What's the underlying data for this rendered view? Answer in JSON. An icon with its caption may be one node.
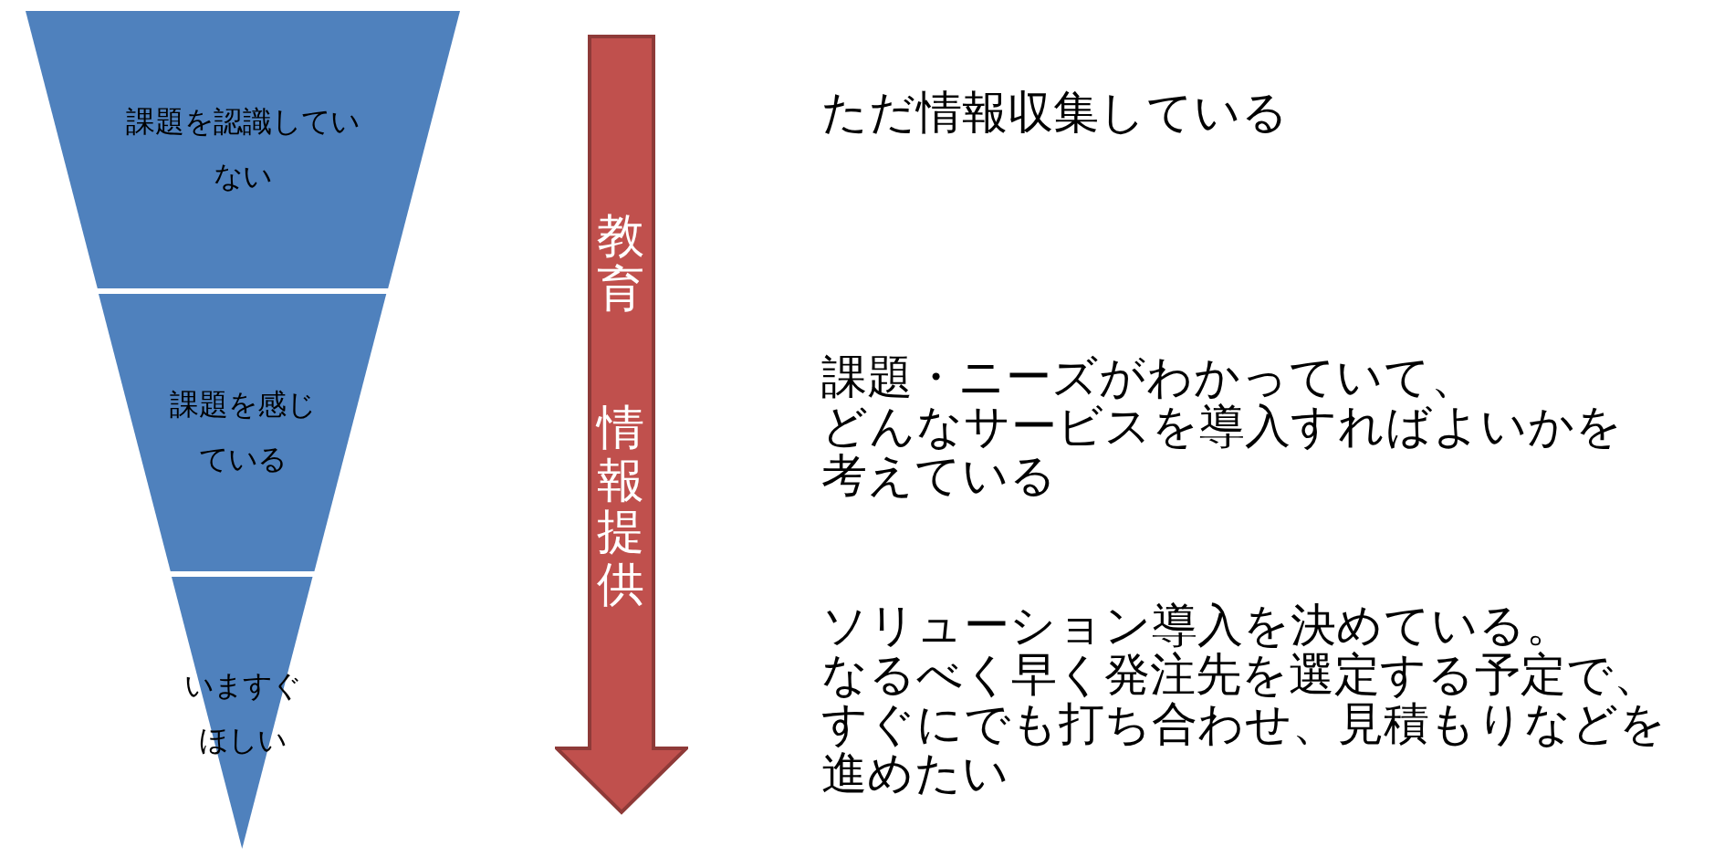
{
  "diagram": {
    "nodes": [
      {
        "text": [
          "課題を認識していない"
        ]
      },
      {
        "text": [
          "課題を感じている"
        ]
      },
      {
        "text": [
          "いますぐほしい"
        ]
      },
      {
        "text": [
          "教育",
          "情報提供"
        ]
      }
    ],
    "labels": [
      "ただ情報収集している",
      "課題・ニーズがわかっていて、どんなサービスを導入すればよいかを考えている",
      "ソリューション導入を決めている。なるべく早く発注先を選定する予定で、すぐにでも打ち合わせ、見積もりなどを進めたい"
    ]
  }
}
